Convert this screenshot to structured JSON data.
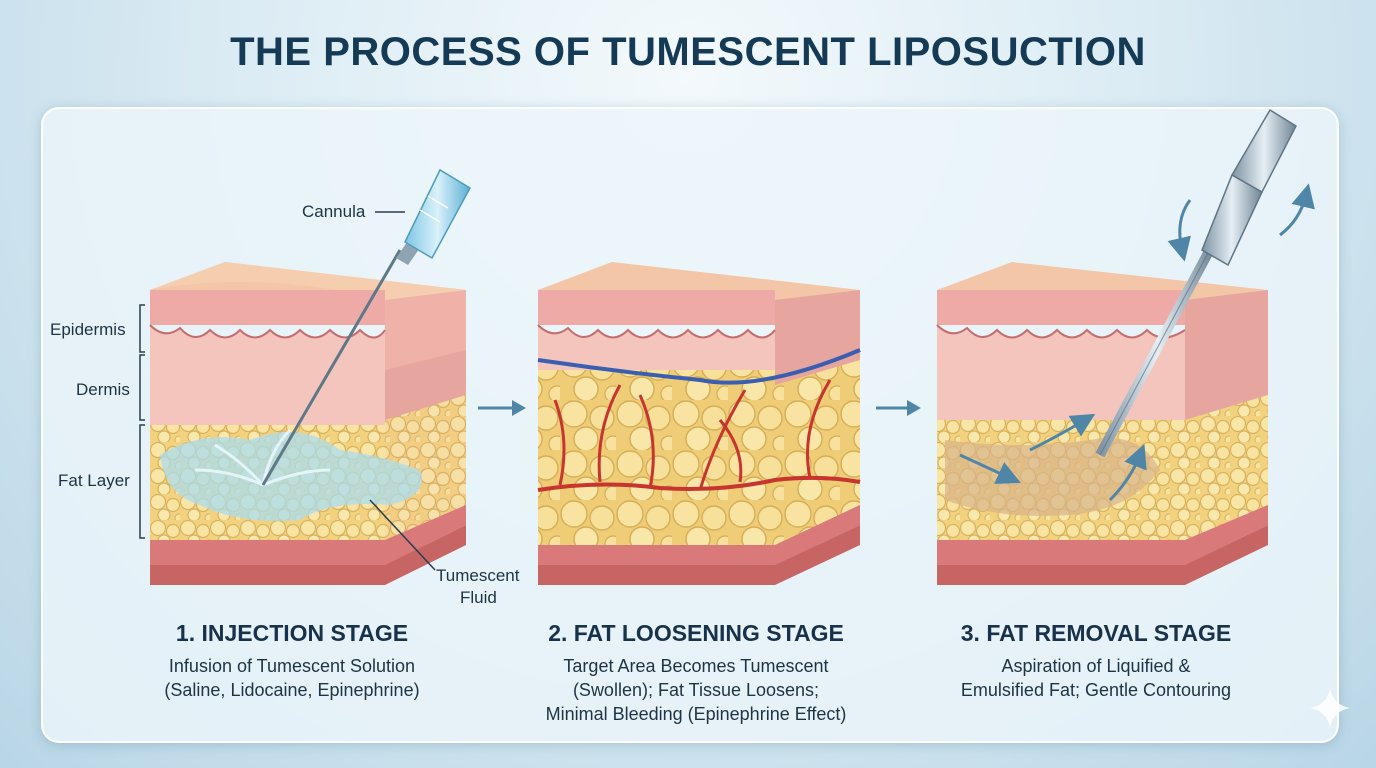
{
  "title": "THE PROCESS OF TUMESCENT LIPOSUCTION",
  "labels": {
    "cannula": "Cannula",
    "epidermis": "Epidermis",
    "dermis": "Dermis",
    "fat_layer": "Fat Layer",
    "tumescent_fluid_1": "Tumescent",
    "tumescent_fluid_2": "Fluid"
  },
  "stages": [
    {
      "title": "1. INJECTION STAGE",
      "lines": [
        "Infusion of Tumescent Solution",
        "(Saline, Lidocaine, Epinephrine)"
      ]
    },
    {
      "title": "2. FAT LOOSENING STAGE",
      "lines": [
        "Target Area Becomes Tumescent",
        "(Swollen); Fat Tissue Loosens;",
        "Minimal Bleeding (Epinephrine Effect)"
      ]
    },
    {
      "title": "3. FAT REMOVAL STAGE",
      "lines": [
        "Aspiration of Liquified &",
        "Emulsified Fat; Gentle Contouring"
      ]
    }
  ],
  "colors": {
    "title": "#143a55",
    "skin_top": "#f2c6a6",
    "epidermis": "#eeaaa6",
    "dermis": "#f2c2bb",
    "fat": "#f4d98a",
    "muscle": "#d9797a",
    "fluid": "#a9dcef",
    "vessel_red": "#c8342e",
    "vessel_blue": "#3a5fb0",
    "arrow": "#4f86a8"
  }
}
